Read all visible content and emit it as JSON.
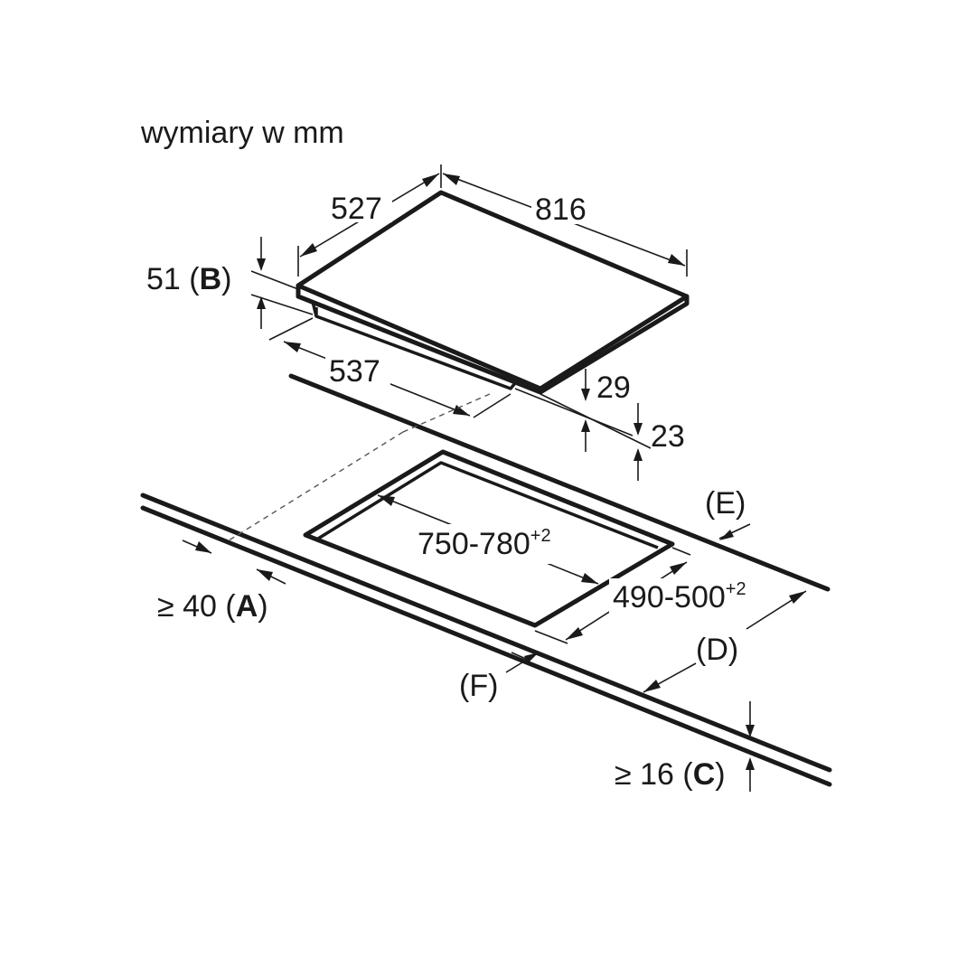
{
  "caption": "wymiary w mm",
  "hob": {
    "depth": "527",
    "width": "816",
    "glass_height": "51",
    "glass_height_ref": "B",
    "under_width": "537",
    "under_depth_offset": "29",
    "under_height": "23"
  },
  "cutout": {
    "width_value": "750-780",
    "width_tol": "+2",
    "depth_value": "490-500",
    "depth_tol": "+2"
  },
  "clearances": {
    "a_value": "≥ 40",
    "a_ref": "A",
    "c_value": "≥ 16",
    "c_ref": "C",
    "d_ref": "(D)",
    "e_ref": "(E)",
    "f_ref": "(F)"
  }
}
